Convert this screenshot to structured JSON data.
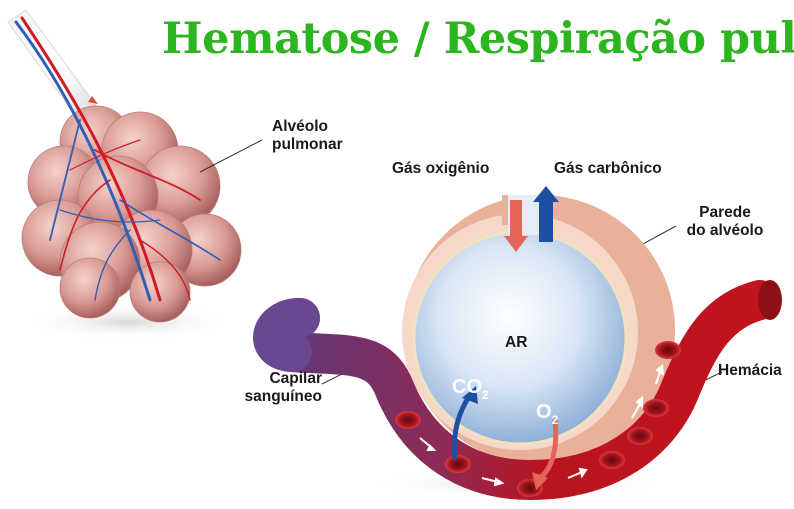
{
  "title": "Hematose / Respiração pulmonar",
  "labels": {
    "alveolo_line1": "Alvéolo",
    "alveolo_line2": "pulmonar",
    "gas_oxigenio": "Gás oxigênio",
    "gas_carbonico": "Gás carbônico",
    "parede_line1": "Parede",
    "parede_line2": "do alvéolo",
    "ar": "AR",
    "capilar_line1": "Capilar",
    "capilar_line2": "sanguíneo",
    "hemacia": "Hemácia"
  },
  "chem": {
    "co2_base": "CO",
    "co2_sub": "2",
    "o2_base": "O",
    "o2_sub": "2"
  },
  "colors": {
    "title": "#2bb51f",
    "oxygen_arrow": "#e5655a",
    "carbon_arrow": "#1f4fa3",
    "blood": "#b8151f",
    "venous": "#5b3a7a",
    "alveolus_wall": "#eab19a",
    "air": "#c9dcf0"
  }
}
